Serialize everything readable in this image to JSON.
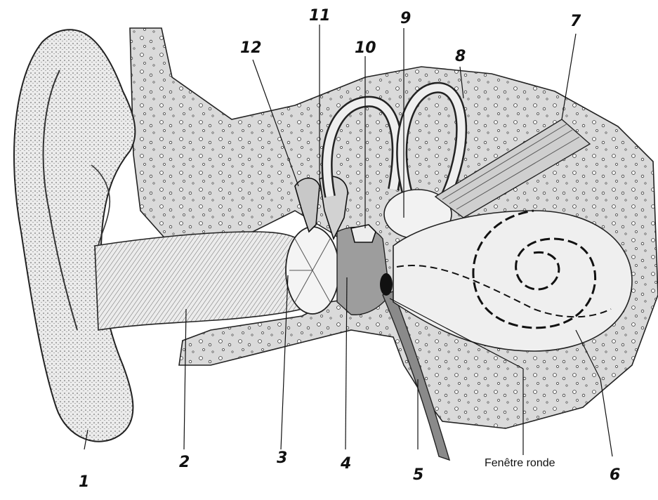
{
  "diagram": {
    "labels": [
      {
        "id": "l1",
        "text": "1"
      },
      {
        "id": "l2",
        "text": "2"
      },
      {
        "id": "l3",
        "text": "3"
      },
      {
        "id": "l4",
        "text": "4"
      },
      {
        "id": "l5",
        "text": "5"
      },
      {
        "id": "l6",
        "text": "6"
      },
      {
        "id": "l7",
        "text": "7"
      },
      {
        "id": "l8",
        "text": "8"
      },
      {
        "id": "l9",
        "text": "9"
      },
      {
        "id": "l10",
        "text": "10"
      },
      {
        "id": "l11",
        "text": "11"
      },
      {
        "id": "l12",
        "text": "12"
      }
    ],
    "caption": "Fenêtre ronde",
    "colors": {
      "ink": "#111111",
      "bone": "#d8d8d8",
      "canal": "#b5b5b5",
      "skin": "#e6e6e6",
      "background": "#ffffff"
    }
  }
}
